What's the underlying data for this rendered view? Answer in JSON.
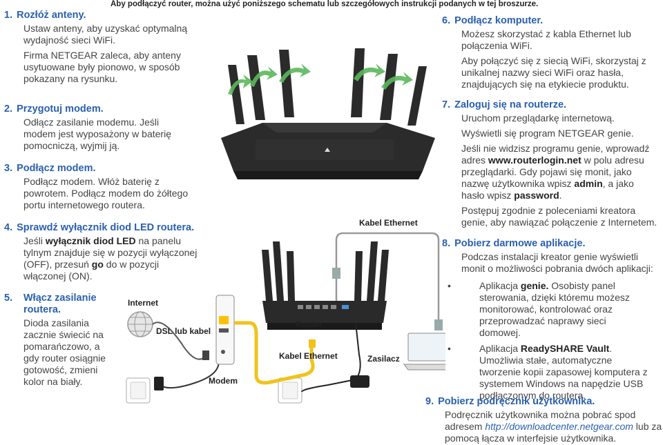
{
  "top_note": "Aby podłączyć router, można użyć poniższego schematu lub szczegółowych instrukcji podanych w tej broszurze.",
  "steps_left": [
    {
      "num": "1.",
      "title": "Rozłóż anteny.",
      "paras": [
        "Ustaw anteny, aby uzyskać optymalną wydajność sieci WiFi.",
        "Firma NETGEAR zaleca, aby anteny usytuowane były pionowo, w sposób pokazany na rysunku."
      ]
    },
    {
      "num": "2.",
      "title": "Przygotuj modem.",
      "paras": [
        "Odłącz zasilanie modemu. Jeśli modem jest wyposażony w baterię pomocniczą, wyjmij ją."
      ]
    },
    {
      "num": "3.",
      "title": "Podłącz modem.",
      "paras": [
        "Podłącz modem. Włóż baterię z powrotem. Podłącz modem do żółtego portu internetowego routera."
      ]
    },
    {
      "num": "4.",
      "title": "Sprawdź wyłącznik diod LED routera.",
      "p_a": "Jeśli ",
      "p_b": "wyłącznik diod LED",
      "p_c": " na panelu tylnym znajduje się w pozycji wyłączonej (OFF), przesuń ",
      "p_d": "go",
      "p_e": " do w pozycji włączonej (ON)."
    },
    {
      "num": "5.",
      "title": "Włącz zasilanie routera.",
      "paras": [
        "Dioda zasilania zacznie świecić na pomarańczowo, a gdy router osiągnie gotowość, zmieni kolor na biały."
      ]
    }
  ],
  "steps_right": {
    "s6": {
      "num": "6.",
      "title": "Podłącz komputer.",
      "p1": "Możesz skorzystać z kabla Ethernet lub połączenia WiFi.",
      "p2": "Aby połączyć się z siecią WiFi, skorzystaj z unikalnej nazwy sieci WiFi oraz hasła, znajdujących się na etykiecie produktu."
    },
    "s7": {
      "num": "7.",
      "title": "Zaloguj się na routerze.",
      "p1": "Uruchom przeglądarkę internetową.",
      "p2": "Wyświetli się program NETGEAR genie.",
      "p3a": "Jeśli nie widzisz programu genie, wprowadź adres ",
      "p3b": "www.routerlogin.net",
      "p3c": " w polu adresu przeglądarki. Gdy pojawi się monit, jako nazwę użytkownika wpisz ",
      "p3d": "admin",
      "p3e": ", a jako hasło wpisz ",
      "p3f": "password",
      "p3g": ".",
      "p4": "Postępuj zgodnie z poleceniami kreatora genie, aby nawiązać połączenie z Internetem."
    },
    "s8": {
      "num": "8.",
      "title": "Pobierz darmowe aplikacje.",
      "p1": "Podczas instalacji kreator genie wyświetli monit o możliwości pobrania dwóch aplikacji:",
      "b1a": "Aplikacja ",
      "b1b": "genie.",
      "b1c": " Osobisty panel sterowania, dzięki któremu możesz monitorować, kontrolować oraz przeprowadzać naprawy sieci domowej.",
      "b2a": "Aplikacja ",
      "b2b": "ReadySHARE Vault",
      "b2c": ". Umożliwia stałe, automatyczne tworzenie kopii zapasowej komputera z systemem Windows na napędzie USB podłączonym do routera."
    },
    "s9": {
      "num": "9.",
      "title": "Pobierz podręcznik użytkownika.",
      "p1a": "Podręcznik użytkownika można pobrać spod adresem ",
      "p1b": "http://downloadcenter.netgear.com",
      "p1c": " lub za pomocą łącza w interfejsie użytkownika."
    }
  },
  "diagram": {
    "internet": "Internet",
    "dsl": "DSL lub kabel",
    "modem": "Modem",
    "router": "Router",
    "eth1": "Kabel Ethernet",
    "eth2": "Kabel Ethernet",
    "adapter": "Zasilacz"
  },
  "colors": {
    "accent": "#2a60b0",
    "arrow": "#4caf50",
    "cable_yellow": "#f2c21b",
    "router": "#2a2a2a"
  }
}
